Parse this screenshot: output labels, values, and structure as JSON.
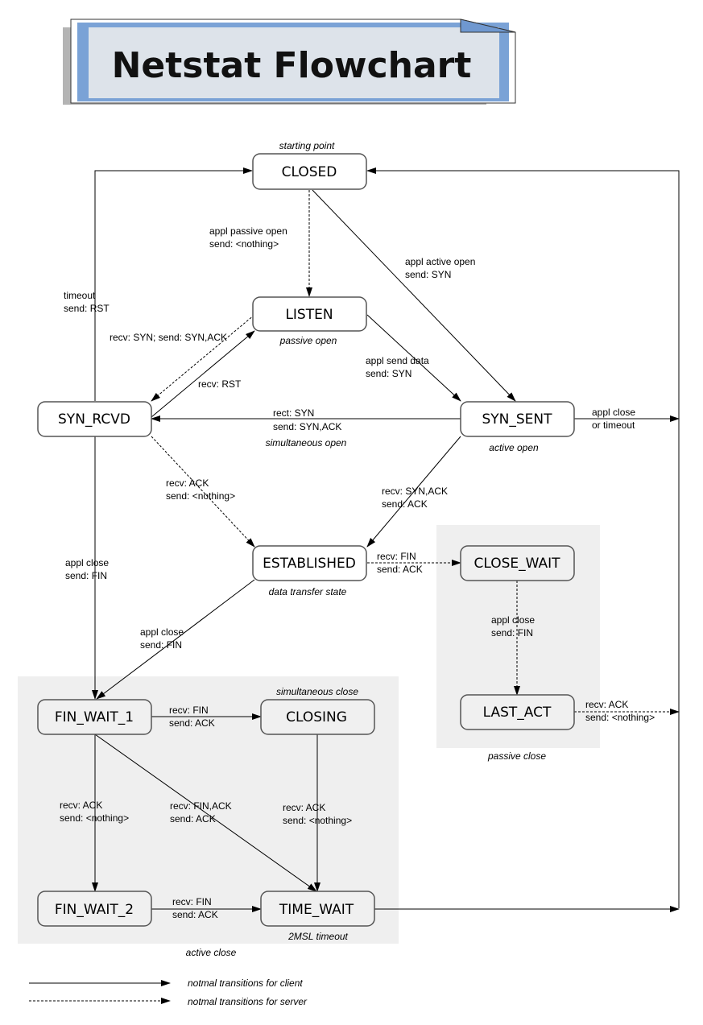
{
  "title": "Netstat Flowchart",
  "states": {
    "closed": "CLOSED",
    "listen": "LISTEN",
    "syn_rcvd": "SYN_RCVD",
    "syn_sent": "SYN_SENT",
    "established": "ESTABLISHED",
    "close_wait": "CLOSE_WAIT",
    "last_act": "LAST_ACT",
    "fin_wait_1": "FIN_WAIT_1",
    "closing": "CLOSING",
    "fin_wait_2": "FIN_WAIT_2",
    "time_wait": "TIME_WAIT"
  },
  "captions": {
    "closed": "starting point",
    "listen": "passive open",
    "syn_sent": "active open",
    "simultaneous_open": "simultaneous open",
    "established": "data transfer state",
    "simultaneous_close": "simultaneous close",
    "time_wait": "2MSL timeout",
    "passive_close": "passive close",
    "active_close": "active close"
  },
  "labels": {
    "passive_open_1": "appl passive open",
    "passive_open_2": "send:  <nothing>",
    "active_open_1": "appl active open",
    "active_open_2": "send:  SYN",
    "timeout_1": "timeout",
    "timeout_2": "send:  RST",
    "recv_syn": "recv:  SYN;  send:  SYN,ACK",
    "recv_rst": "recv:  RST",
    "send_data_1": "appl send data",
    "send_data_2": "send:  SYN",
    "rect_syn_1": "rect:  SYN",
    "rect_syn_2": "send:  SYN,ACK",
    "synsent_close_1": "appl close",
    "synsent_close_2": "or timeout",
    "recv_ack_1": "recv:  ACK",
    "recv_ack_2": "send:  <nothing>",
    "recv_synack_1": "recv:  SYN,ACK",
    "recv_synack_2": "send:  ACK",
    "est_fin_1": "recv:  FIN",
    "est_fin_2": "send:  ACK",
    "synrcvd_close_1": "appl close",
    "synrcvd_close_2": "send: FIN",
    "est_close_1": "appl close",
    "est_close_2": "send:  FIN",
    "cw_close_1": "appl close",
    "cw_close_2": "send:  FIN",
    "la_ack_1": "recv:  ACK",
    "la_ack_2": "send:  <nothing>",
    "fw1_fin_1": "recv:  FIN",
    "fw1_fin_2": "send:  ACK",
    "fw1_ack_1": "recv:  ACK",
    "fw1_ack_2": "send:  <nothing>",
    "fw1_finack_1": "recv:  FIN,ACK",
    "fw1_finack_2": "send:  ACK",
    "closing_ack_1": "recv:  ACK",
    "closing_ack_2": "send:  <nothing>",
    "fw2_fin_1": "recv:  FIN",
    "fw2_fin_2": "send:  ACK"
  },
  "legend": {
    "client": "notmal transitions for client",
    "server": "notmal transitions for server"
  }
}
